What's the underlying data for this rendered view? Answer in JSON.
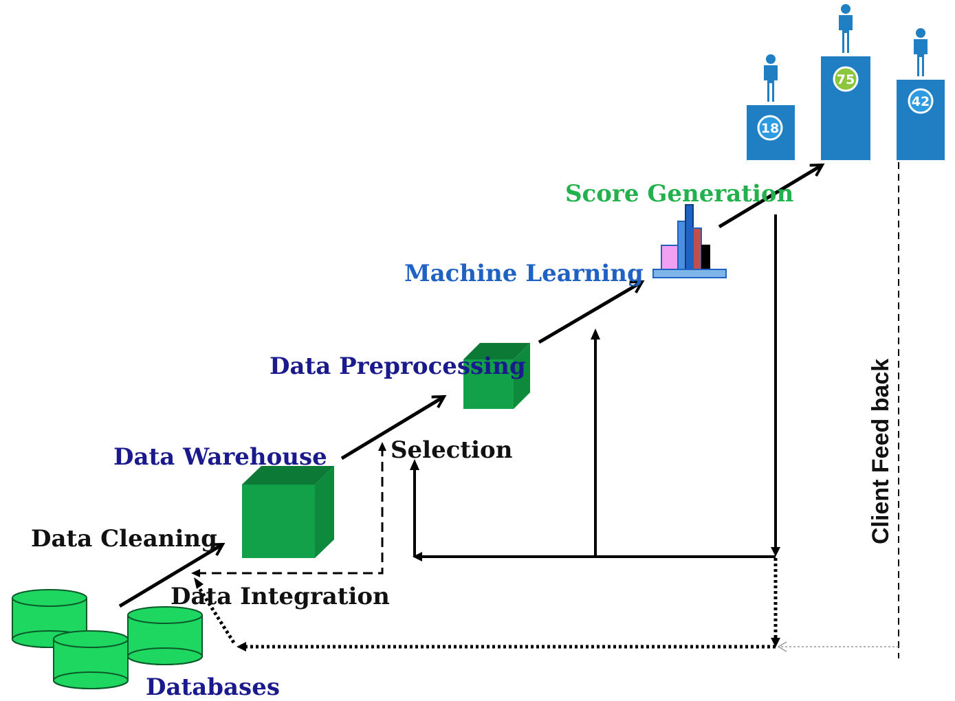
{
  "labels": {
    "databases": "Databases",
    "data_cleaning": "Data Cleaning",
    "data_integration": "Data Integration",
    "data_warehouse": "Data Warehouse",
    "selection": "Selection",
    "data_preprocessing": "Data Preprocessing",
    "machine_learning": "Machine Learning",
    "score_generation": "Score Generation",
    "client_feedback": "Client Feed back"
  },
  "podium_scores": [
    "18",
    "75",
    "42"
  ],
  "colors": {
    "navy_label": "#1a1a8c",
    "blue_label": "#1f62c4",
    "green_label": "#22b14c",
    "cube_green": "#12a048",
    "cylinder_green": "#1ed760",
    "podium_blue": "#1f7fc2",
    "badge_blue": "#2e9be0",
    "badge_green": "#8cc63f"
  }
}
